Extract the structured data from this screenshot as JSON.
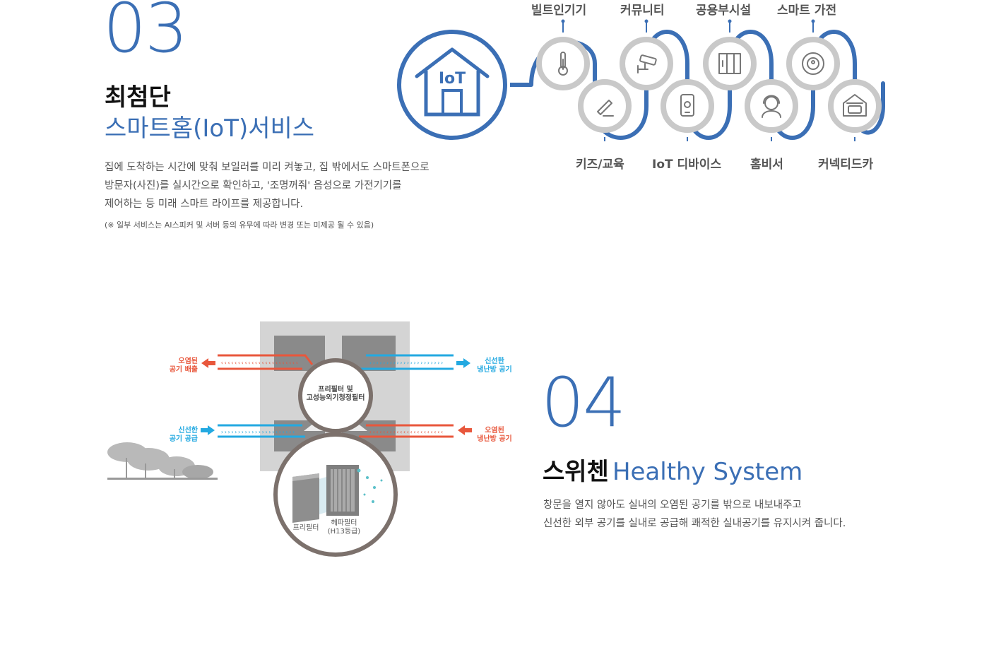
{
  "section_iot": {
    "number": "03",
    "title_line1": "최첨단",
    "title_line2": "스마트홈(IoT)서비스",
    "paragraph": [
      "집에 도착하는 시간에 맞춰 보일러를 미리 켜놓고, 집 밖에서도 스마트폰으로",
      "방문자(사진)를 실시간으로 확인하고, '조명꺼줘' 음성으로 가전기기를",
      "제어하는 등 미래 스마트 라이프를 제공합니다."
    ],
    "note": "(※ 일부 서비스는 AI스피커 및 서버 등의 유무에 따라 변경 또는 미제공 될 수 있음)",
    "house_label": "IoT",
    "services_top": [
      {
        "label": "빌트인기기",
        "icon": "thermometer-icon",
        "highlight": true
      },
      {
        "label": "커뮤니티",
        "icon": "cctv-icon",
        "highlight": false
      },
      {
        "label": "공용부시설",
        "icon": "elevator-icon",
        "highlight": true
      },
      {
        "label": "스마트 가전",
        "icon": "robot-vacuum-icon",
        "highlight": false
      }
    ],
    "services_bottom": [
      {
        "label": "키즈/교육",
        "icon": "pencil-icon",
        "highlight": false
      },
      {
        "label": "IoT 디바이스",
        "icon": "smartphone-icon",
        "highlight": true
      },
      {
        "label": "홈비서",
        "icon": "headset-icon",
        "highlight": false
      },
      {
        "label": "커넥티드카",
        "icon": "garage-car-icon",
        "highlight": true
      }
    ],
    "colors": {
      "accent": "#3b6fb5",
      "gray_ring": "#c9c9c9",
      "icon": "#777777"
    }
  },
  "section_vent": {
    "number": "04",
    "title_korean": "스위첸",
    "title_english": "Healthy System",
    "paragraph": [
      "창문을 열지 않아도 실내의 오염된 공기를 밖으로 내보내주고",
      "신선한 외부 공기를 실내로 공급해 쾌적한 실내공기를 유지시켜 줍니다."
    ],
    "diagram": {
      "left_top": [
        "오염된",
        "공기 배출"
      ],
      "right_top": [
        "신선한",
        "냉난방 공기"
      ],
      "left_bottom": [
        "신선한",
        "공기 공급"
      ],
      "right_bottom": [
        "오염된",
        "냉난방 공기"
      ],
      "center_label": [
        "프리필터 및",
        "고성능외기청정필터"
      ],
      "prefilter": "프리필터",
      "hepa": [
        "헤파필터",
        "(H13등급)"
      ]
    },
    "colors": {
      "exhaust": "#e8573c",
      "fresh": "#23a9e1",
      "ring": "#7c716c",
      "unit": "#d4d4d4",
      "duct": "#8a8a8a"
    }
  }
}
